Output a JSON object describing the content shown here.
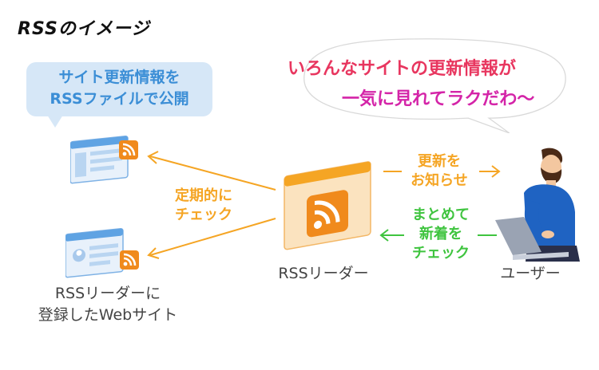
{
  "title": "RSSのイメージ",
  "site_bubble": {
    "line1": "サイト更新情報を",
    "line2": "RSSファイルで公開"
  },
  "user_speech": {
    "line1": "いろんなサイトの更新情報が",
    "line2": "一気に見れてラクだわ〜"
  },
  "periodic_check": {
    "line1": "定期的に",
    "line2": "チェック"
  },
  "notify_label": {
    "line1": "更新を",
    "line2": "お知らせ"
  },
  "bulk_check": {
    "line1": "まとめて",
    "line2": "新着を",
    "line3": "チェック"
  },
  "registered_sites": {
    "line1": "RSSリーダーに",
    "line2": "登録したWebサイト"
  },
  "reader_label": "RSSリーダー",
  "user_label": "ユーザー",
  "colors": {
    "orange": "#f5a524",
    "green": "#3fc43f",
    "blue": "#3b8ed6",
    "rss": "#f08a1c"
  }
}
